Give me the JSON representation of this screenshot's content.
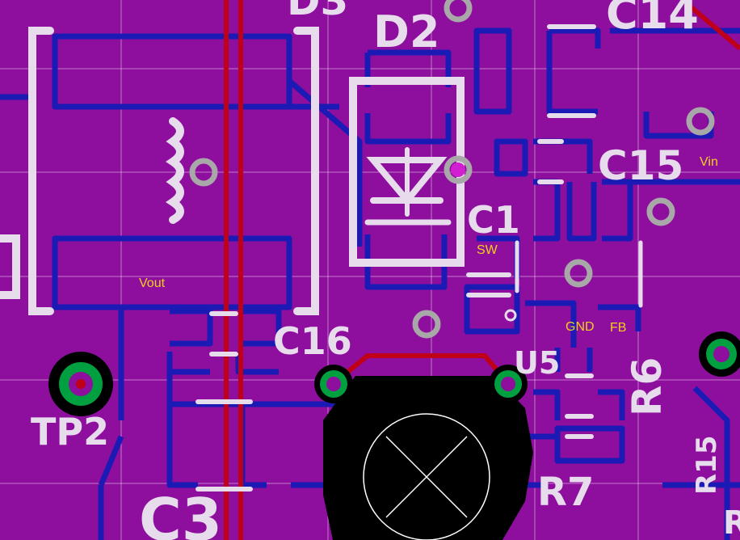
{
  "colors": {
    "board": "#8e0e9e",
    "copper_back": "#1b1ab4",
    "copper_front": "#c00018",
    "silkscreen": "#e6dcec",
    "via": "#a8a8a8",
    "pad_ring": "#00a040",
    "net_label": "#f2cf1e",
    "grid": "#ffffff"
  },
  "designators": {
    "d3": "D3",
    "d2": "D2",
    "c14": "C14",
    "c15": "C15",
    "c1": "C1",
    "c16": "C16",
    "u5": "U5",
    "r6": "R6",
    "tp2": "TP2",
    "c3": "C3",
    "r7": "R7",
    "r15": "R15",
    "r_partial": "R"
  },
  "nets": {
    "vin": "Vin",
    "sw": "SW",
    "vout": "Vout",
    "gnd": "GND",
    "fb": "FB"
  }
}
